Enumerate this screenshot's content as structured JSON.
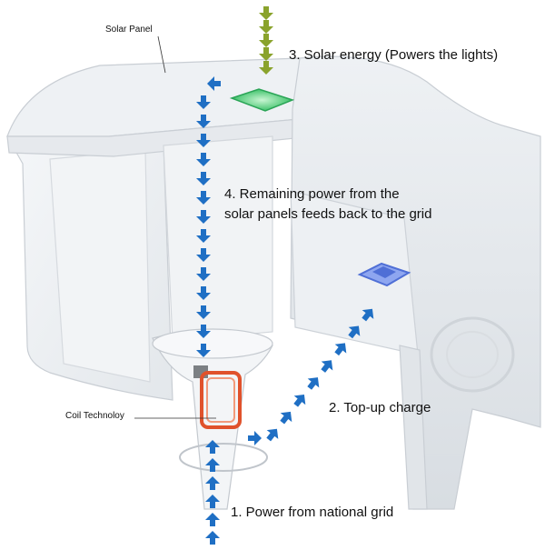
{
  "labels": {
    "solar_panel": "Solar Panel",
    "coil": "Coil Technoloy",
    "step1": "1. Power from national grid",
    "step2": "2. Top-up charge",
    "step3": "3. Solar energy (Powers the lights)",
    "step4_line1": "4. Remaining power from the",
    "step4_line2": "solar panels feeds back to the grid"
  },
  "colors": {
    "blue_arrow": "#1f6fc4",
    "green_arrow": "#8aa32c",
    "solar_panel_glow": "#3ec26a",
    "coil": "#e0522c",
    "pad": "#4f6fd6"
  }
}
